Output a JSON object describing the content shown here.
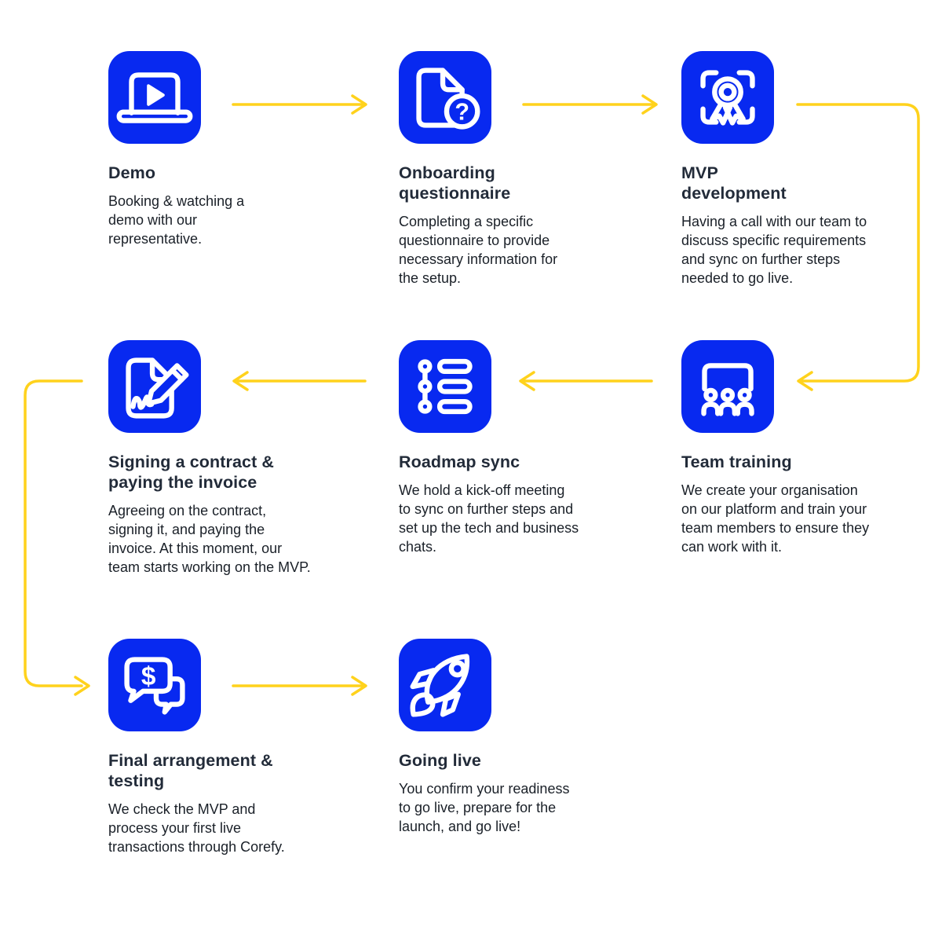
{
  "colors": {
    "background": "#ffffff",
    "icon_blue": "#0829F0",
    "arrow_yellow": "#FFD21C",
    "title_color": "#222B39",
    "body_color": "#1A2028"
  },
  "glyphs": {
    "question": "?",
    "dollar": "$"
  },
  "steps": [
    {
      "name": "demo",
      "icon": "laptop-play-icon",
      "title": "Demo",
      "description": "Booking & watching a\ndemo with our\nrepresentative."
    },
    {
      "name": "onboarding-questionnaire",
      "icon": "document-question-icon",
      "title": "Onboarding\nquestionnaire",
      "description": "Completing a specific\nquestionnaire to provide\nnecessary information for\nthe setup."
    },
    {
      "name": "mvp-development",
      "icon": "award-frame-icon",
      "title": "MVP\ndevelopment",
      "description": "Having a call with our team to\ndiscuss specific requirements\nand sync on further steps\nneeded to go live."
    },
    {
      "name": "signing-contract-paying-invoice",
      "icon": "contract-signing-icon",
      "title": "Signing a contract &\npaying the invoice",
      "description": "Agreeing on the contract,\nsigning it, and paying the\ninvoice. At this moment, our\nteam starts working on the MVP."
    },
    {
      "name": "roadmap-sync",
      "icon": "roadmap-list-icon",
      "title": "Roadmap sync",
      "description": "We hold a kick-off meeting\nto sync on further steps and\nset up the tech and business\nchats."
    },
    {
      "name": "team-training",
      "icon": "team-presentation-icon",
      "title": "Team training",
      "description": "We create your organisation\non our platform and train your\nteam members to ensure they\ncan work with it."
    },
    {
      "name": "final-arrangement-testing",
      "icon": "chat-dollar-icon",
      "title": "Final arrangement &\ntesting",
      "description": "We check the MVP and\nprocess your first live\ntransactions through Corefy."
    },
    {
      "name": "going-live",
      "icon": "rocket-icon",
      "title": "Going live",
      "description": "You confirm your readiness\nto go live, prepare for the\nlaunch, and go live!"
    }
  ]
}
